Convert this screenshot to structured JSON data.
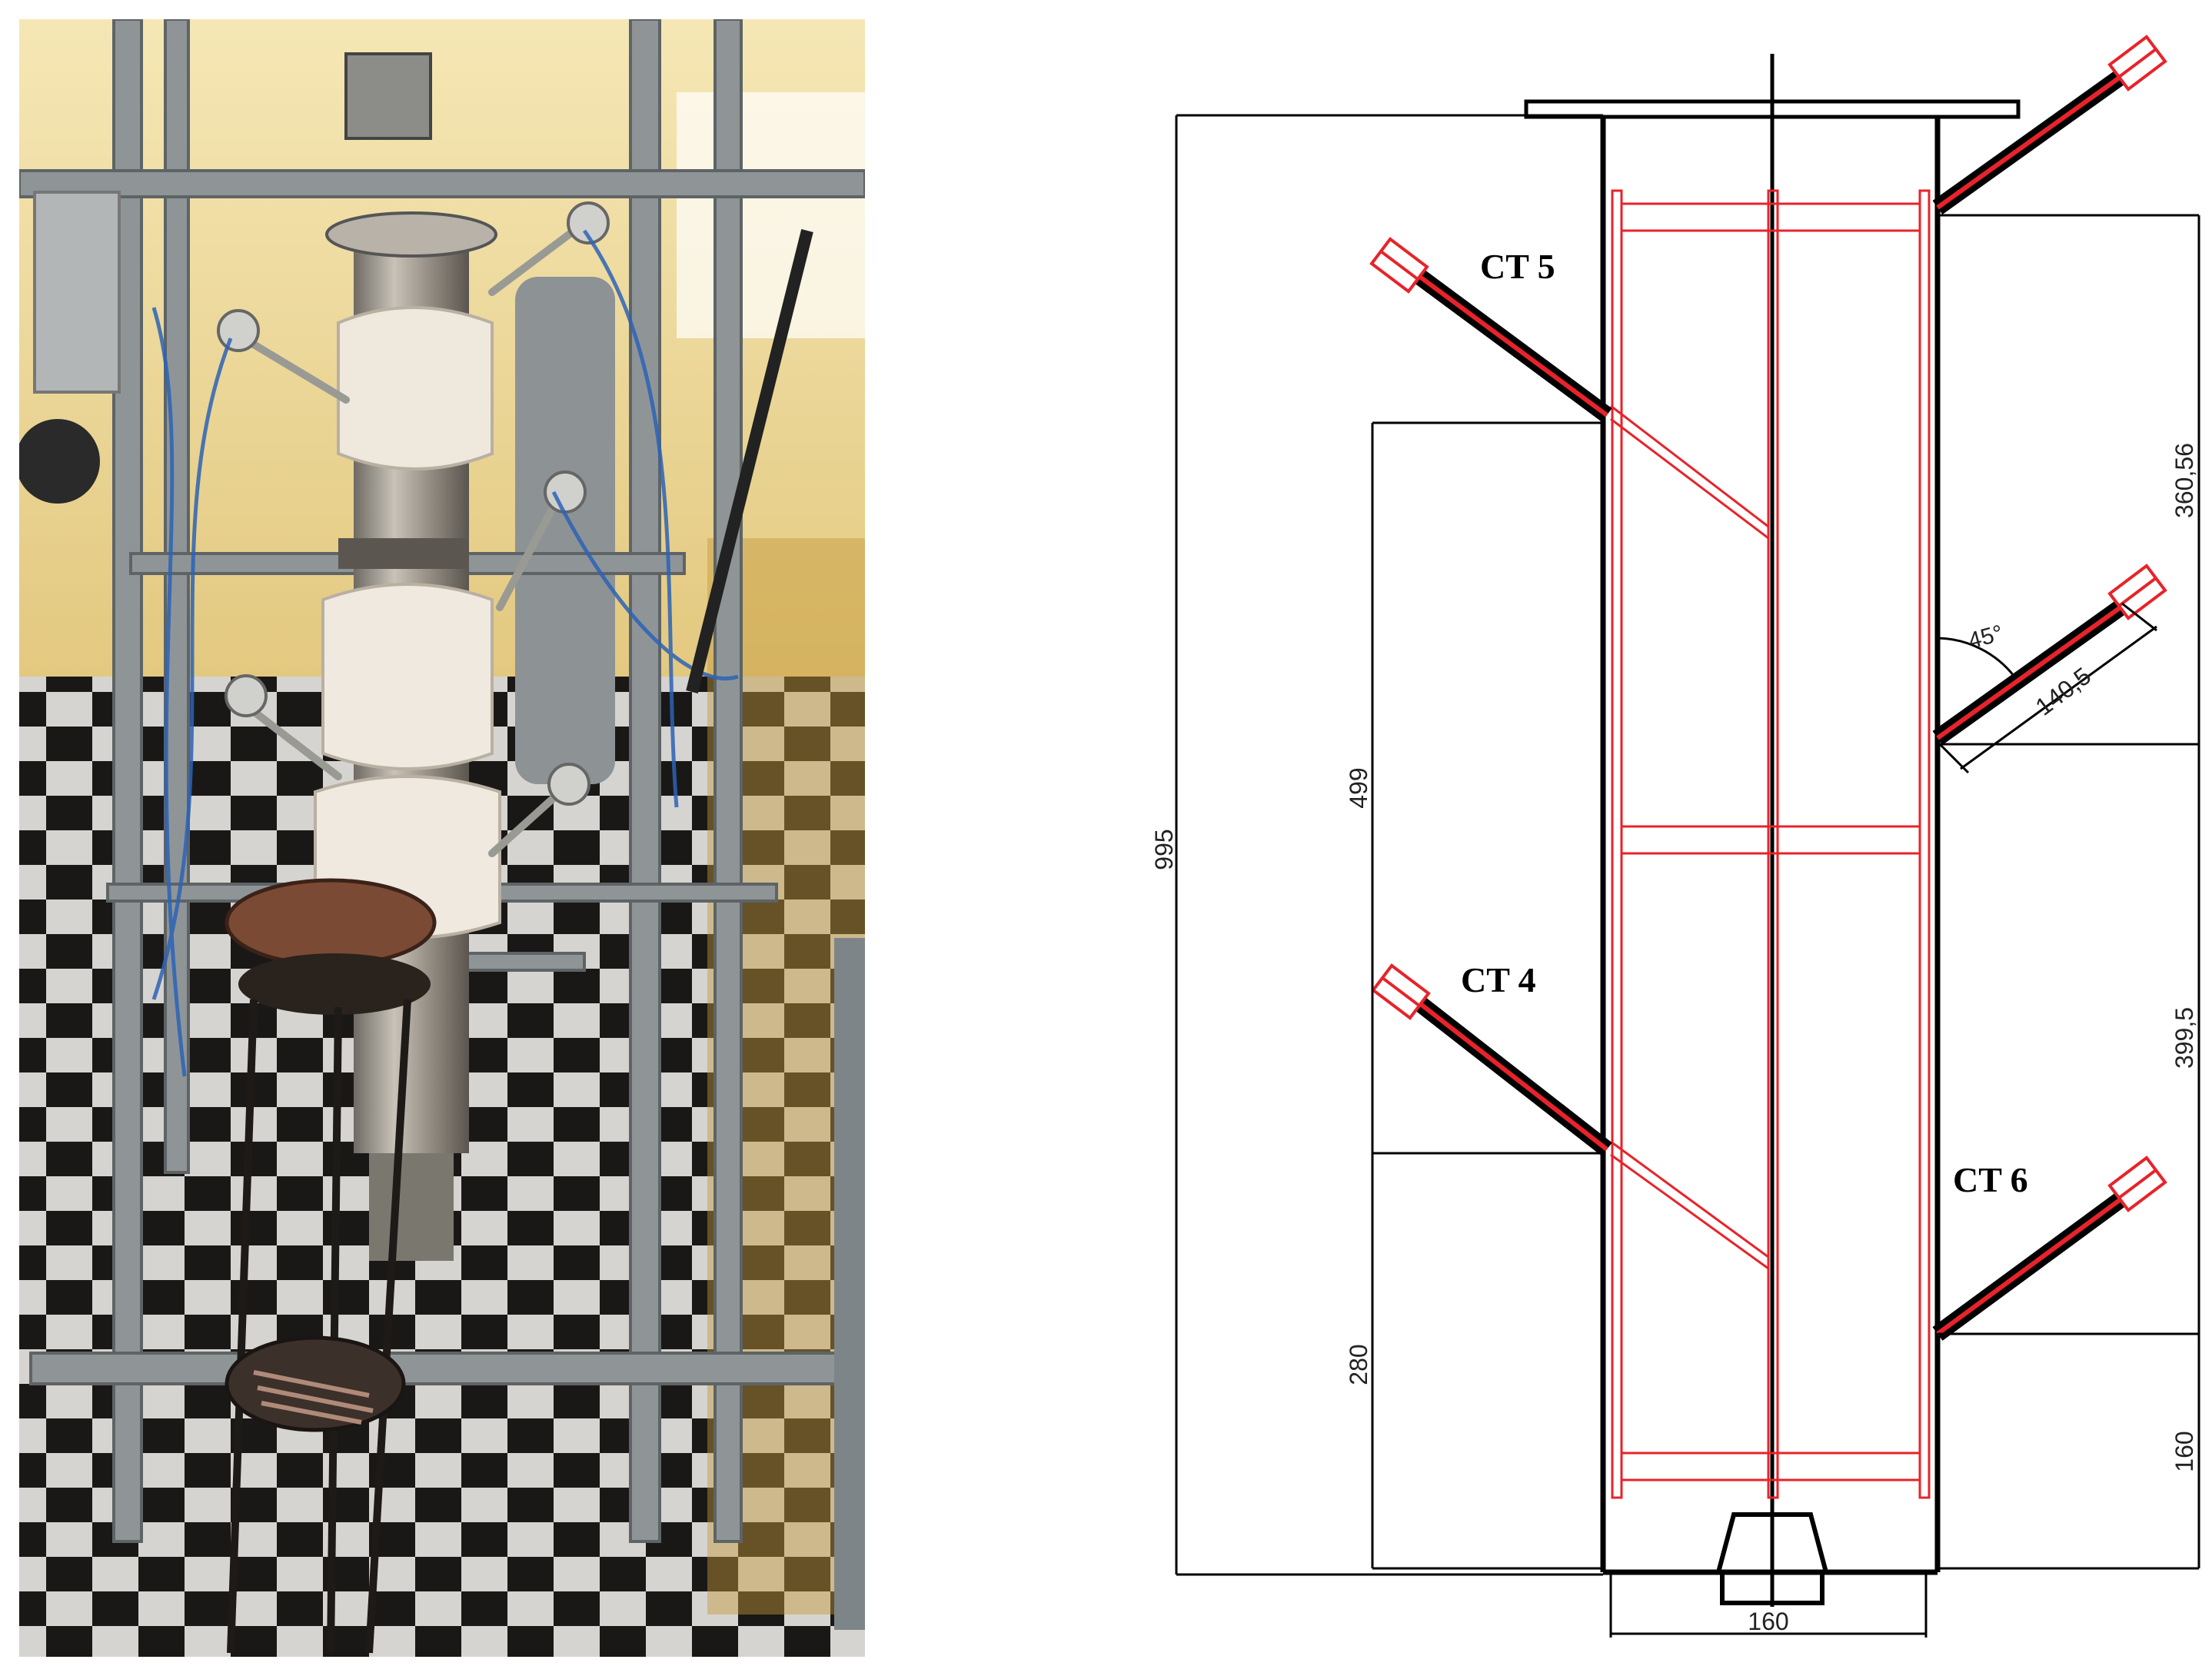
{
  "photo": {
    "description_icon": "reactor-photo-icon"
  },
  "drawing": {
    "colors": {
      "outline": "#000000",
      "red": "#e8232a",
      "dim_line": "#000000"
    },
    "thermocouples": {
      "ct5": "CT 5",
      "ct4": "CT 4",
      "ct6": "CT 6"
    },
    "dimensions": {
      "overall_height": "995",
      "d499": "499",
      "d280": "280",
      "d360": "360,56",
      "d399": "399,5",
      "d160_right": "160",
      "d160_bottom": "160",
      "probe_length": "140,5",
      "angle": "45°"
    }
  }
}
